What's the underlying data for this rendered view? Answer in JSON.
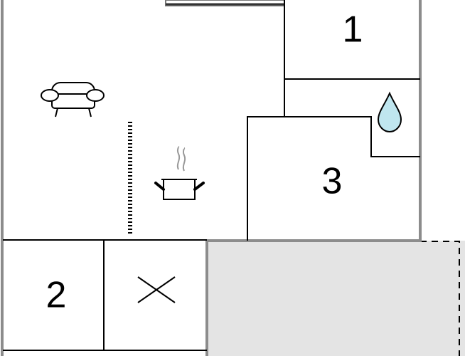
{
  "rooms": {
    "bedroom_1": {
      "label": "1"
    },
    "bedroom_2": {
      "label": "2"
    },
    "bedroom_3": {
      "label": "3"
    }
  },
  "icons": {
    "living": "sofa-icon",
    "kitchen": "cooking-pot-icon",
    "bathroom": "water-drop-icon",
    "cross": "x-mark-icon"
  },
  "colors": {
    "outer_wall": "#8c8c8c",
    "inner_wall": "#000000",
    "terrace_fill": "#e4e4e4",
    "drop_fill": "#bfe6ef",
    "steam": "#999999"
  }
}
